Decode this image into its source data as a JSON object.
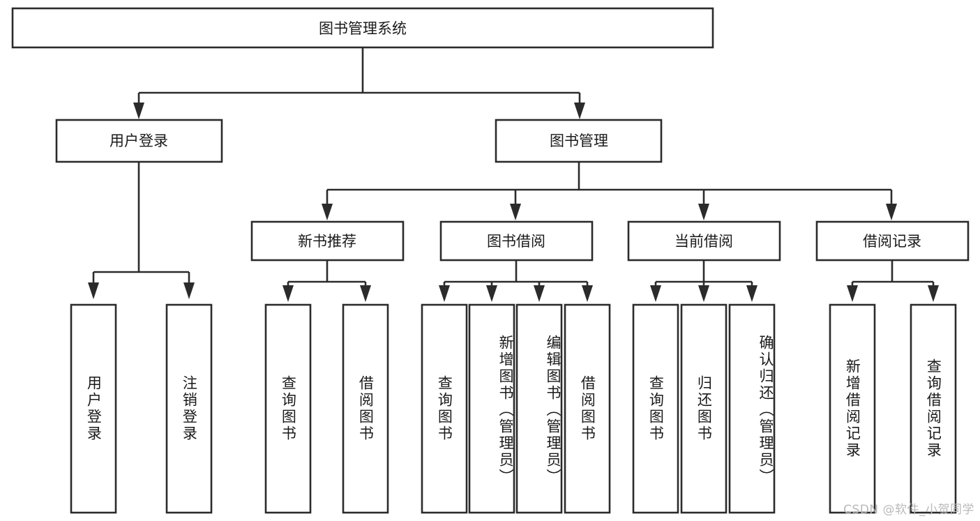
{
  "diagram": {
    "title": "图书管理系统",
    "type": "tree-hierarchy-chart",
    "watermark": "CSDN @软件_小贺同学",
    "colors": {
      "stroke": "#2b2b2b",
      "fill": "#ffffff",
      "text": "#1a1a1a",
      "watermark": "#b9b9b9",
      "background": "#ffffff"
    },
    "levels": {
      "root": {
        "label": "图书管理系统"
      },
      "level2": [
        {
          "id": "user-login",
          "label": "用户登录"
        },
        {
          "id": "book-manage",
          "label": "图书管理"
        }
      ],
      "level3": [
        {
          "id": "new-book-recommend",
          "label": "新书推荐"
        },
        {
          "id": "book-borrow",
          "label": "图书借阅"
        },
        {
          "id": "current-borrow",
          "label": "当前借阅"
        },
        {
          "id": "borrow-record",
          "label": "借阅记录"
        }
      ],
      "leaves": {
        "user-login": [
          {
            "id": "leaf-user-login",
            "label": "用户登录"
          },
          {
            "id": "leaf-user-logout",
            "label": "注销登录"
          }
        ],
        "new-book-recommend": [
          {
            "id": "leaf-query-book-1",
            "label": "查询图书"
          },
          {
            "id": "leaf-borrow-book-1",
            "label": "借阅图书"
          }
        ],
        "book-borrow": [
          {
            "id": "leaf-query-book-2",
            "label": "查询图书"
          },
          {
            "id": "leaf-add-book",
            "label": "新增图书（管理员）"
          },
          {
            "id": "leaf-edit-book",
            "label": "编辑图书（管理员）"
          },
          {
            "id": "leaf-borrow-book-2",
            "label": "借阅图书"
          }
        ],
        "current-borrow": [
          {
            "id": "leaf-query-book-3",
            "label": "查询图书"
          },
          {
            "id": "leaf-return-book",
            "label": "归还图书"
          },
          {
            "id": "leaf-confirm-return",
            "label": "确认归还（管理员）"
          }
        ],
        "borrow-record": [
          {
            "id": "leaf-add-record",
            "label": "新增借阅记录"
          },
          {
            "id": "leaf-query-record",
            "label": "查询借阅记录"
          }
        ]
      }
    }
  }
}
